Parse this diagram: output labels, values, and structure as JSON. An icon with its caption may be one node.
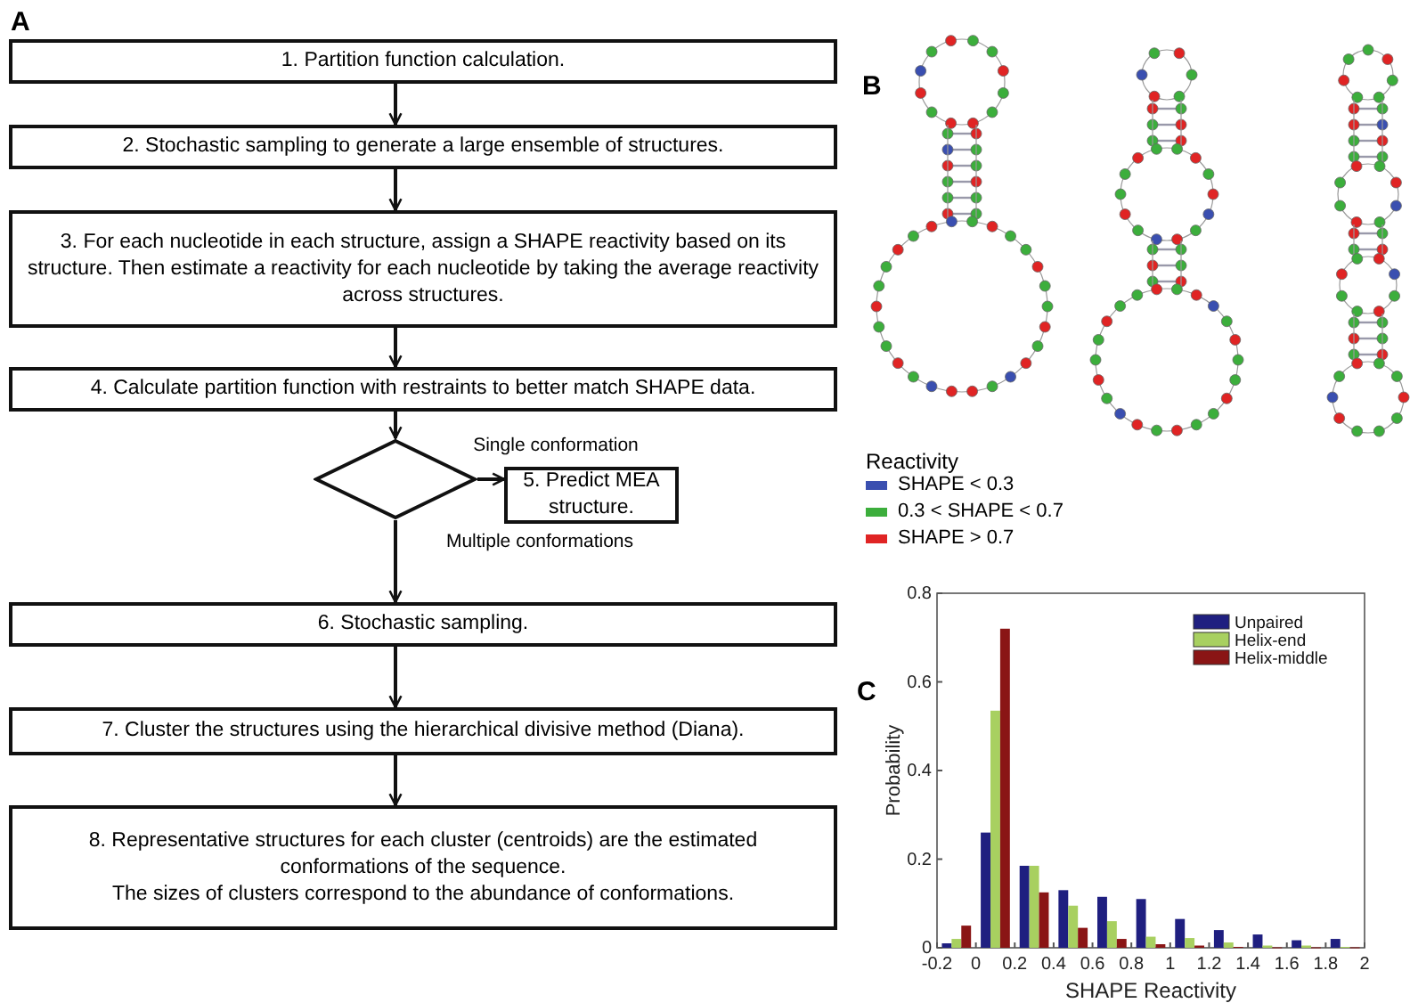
{
  "diagram": {
    "nodes": [
      {
        "text": [
          "1. Partition function calculation."
        ]
      },
      {
        "text": [
          "2. Stochastic sampling to generate a large ensemble of structures."
        ]
      },
      {
        "text": [
          "3. For each nucleotide in each structure, assign a SHAPE reactivity based on its structure. Then estimate a reactivity for each nucleotide by taking the average reactivity across structures."
        ]
      },
      {
        "text": [
          "4. Calculate partition function with restraints to better match SHAPE data."
        ]
      },
      {
        "text": [],
        "shape": "diamond"
      },
      {
        "text": [
          "5. Predict MEA structure."
        ]
      },
      {
        "text": [
          "6. Stochastic sampling."
        ]
      },
      {
        "text": [
          "7. Cluster the structures using the hierarchical divisive method (Diana)."
        ]
      },
      {
        "text": [
          "8.  Representative structures for each cluster (centroids) are the estimated conformations of the sequence.",
          "The sizes of clusters correspond to the abundance of conformations."
        ]
      }
    ],
    "edges": [
      {
        "from": 0,
        "to": 1,
        "arrow": "to"
      },
      {
        "from": 1,
        "to": 2,
        "arrow": "to"
      },
      {
        "from": 2,
        "to": 3,
        "arrow": "to"
      },
      {
        "from": 3,
        "to": 4,
        "arrow": "to"
      },
      {
        "from": 4,
        "to": 5,
        "arrow": "to",
        "label": "Single conformation"
      },
      {
        "from": 4,
        "to": 6,
        "arrow": "to",
        "label": "Multiple conformations"
      },
      {
        "from": 6,
        "to": 7,
        "arrow": "to"
      },
      {
        "from": 7,
        "to": 8,
        "arrow": "to"
      }
    ],
    "labels": [
      "A",
      "B",
      "Reactivity",
      "C"
    ],
    "legend": [
      {
        "text": "SHAPE < 0.3",
        "color": "#3a4fb0"
      },
      {
        "text": "0.3 < SHAPE < 0.7",
        "color": "#3cae3c"
      },
      {
        "text": "SHAPE > 0.7",
        "color": "#e02424"
      }
    ],
    "chart_data": {
      "type": "bar",
      "xlabel": "SHAPE Reactivity",
      "ylabel": "Probability",
      "x": [
        -0.1,
        0.1,
        0.3,
        0.5,
        0.7,
        0.9,
        1.1,
        1.3,
        1.5,
        1.7,
        1.9
      ],
      "series": [
        {
          "name": "Unpaired",
          "color": "#1f1f80",
          "values": [
            0.01,
            0.26,
            0.185,
            0.13,
            0.115,
            0.11,
            0.065,
            0.04,
            0.03,
            0.017,
            0.02
          ]
        },
        {
          "name": "Helix-end",
          "color": "#a8d060",
          "values": [
            0.02,
            0.535,
            0.185,
            0.095,
            0.06,
            0.025,
            0.022,
            0.012,
            0.005,
            0.005,
            0.002
          ]
        },
        {
          "name": "Helix-middle",
          "color": "#8a1515",
          "values": [
            0.05,
            0.72,
            0.125,
            0.045,
            0.02,
            0.008,
            0.005,
            0.002,
            0.001,
            0.001,
            0.001
          ]
        }
      ],
      "xlim": [
        -0.2,
        2
      ],
      "ylim": [
        0,
        0.8
      ],
      "xticks": [
        -0.2,
        0,
        0.2,
        0.4,
        0.6,
        0.8,
        1,
        1.2,
        1.4,
        1.6,
        1.8,
        2
      ],
      "yticks": [
        0,
        0.2,
        0.4,
        0.6,
        0.8
      ],
      "legend": true
    }
  }
}
